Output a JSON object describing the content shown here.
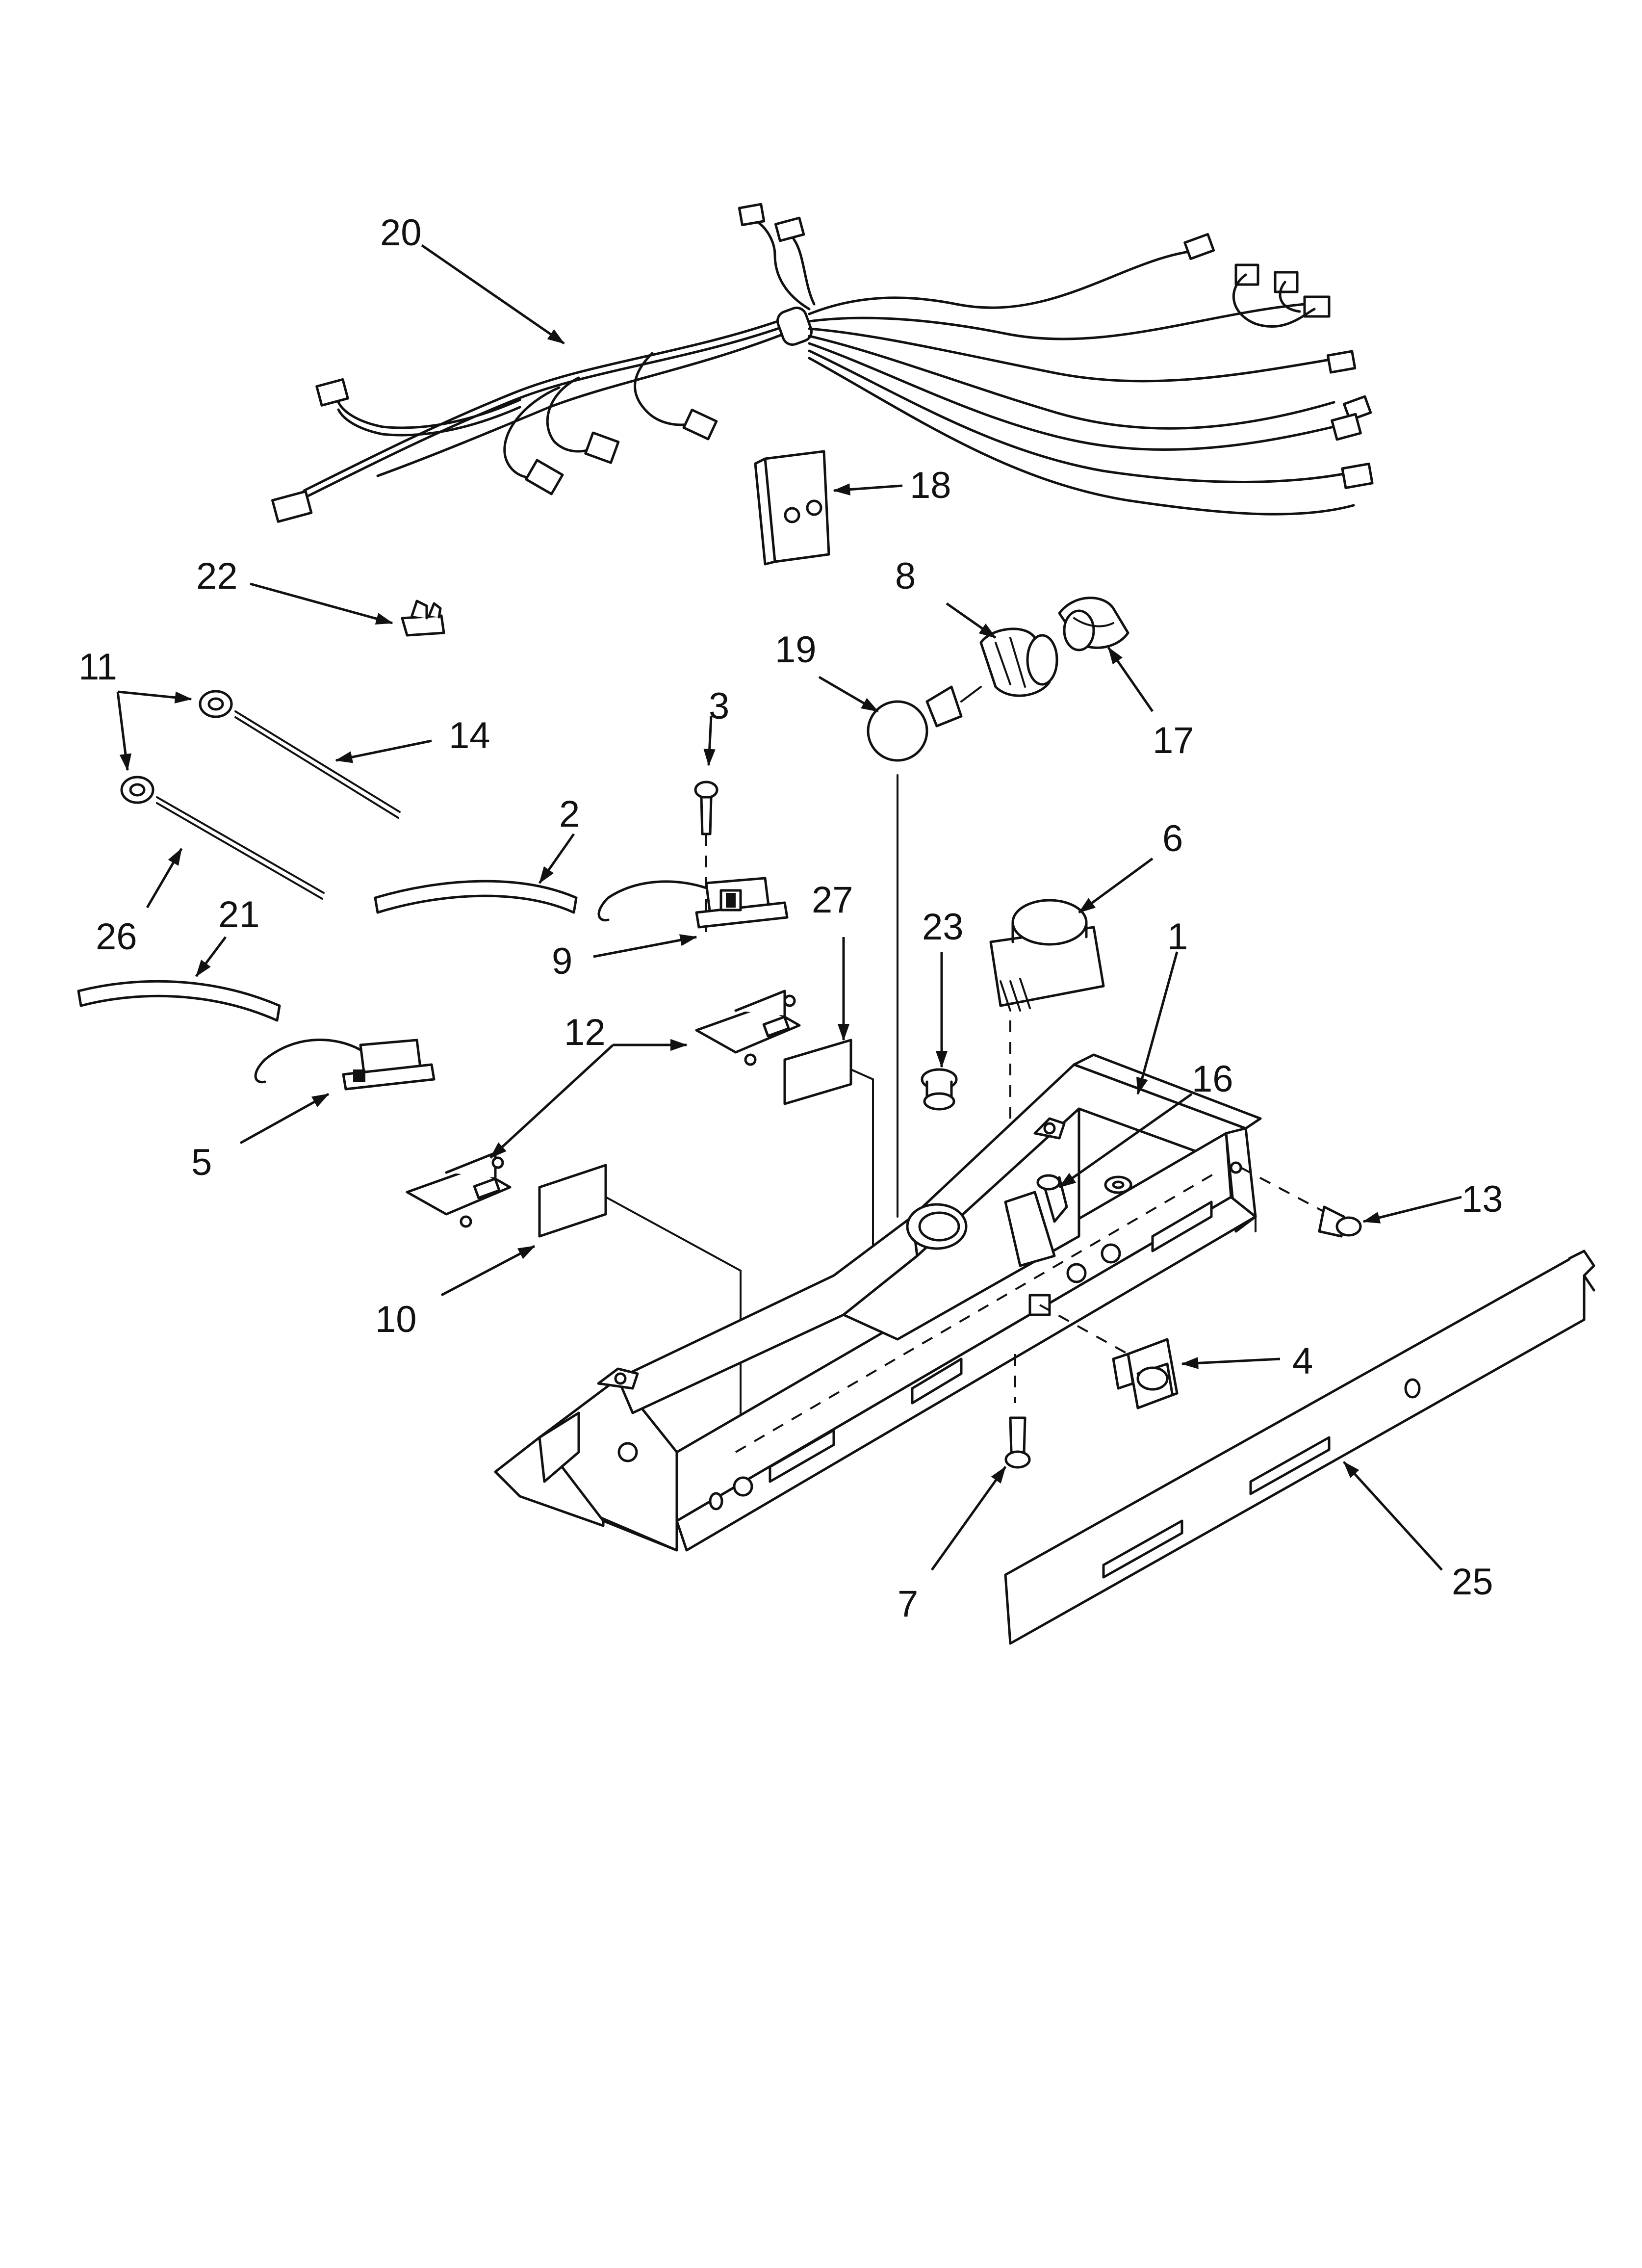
{
  "colors": {
    "line": "#111111",
    "background": "#ffffff"
  },
  "callouts": [
    {
      "id": "20",
      "label": "20",
      "part": "wire-harness"
    },
    {
      "id": "18",
      "label": "18",
      "part": "cover-plate"
    },
    {
      "id": "22",
      "label": "22",
      "part": "wire-clip"
    },
    {
      "id": "8",
      "label": "8",
      "part": "light-socket"
    },
    {
      "id": "19",
      "label": "19",
      "part": "light-bulb"
    },
    {
      "id": "17",
      "label": "17",
      "part": "socket-clip"
    },
    {
      "id": "11",
      "label": "11",
      "part": "grommet"
    },
    {
      "id": "14",
      "label": "14",
      "part": "capillary-tube"
    },
    {
      "id": "3",
      "label": "3",
      "part": "screw"
    },
    {
      "id": "2",
      "label": "2",
      "part": "sensing-tube"
    },
    {
      "id": "6",
      "label": "6",
      "part": "defrost-timer"
    },
    {
      "id": "26",
      "label": "26",
      "part": "capillary-tube"
    },
    {
      "id": "21",
      "label": "21",
      "part": "sensing-tube"
    },
    {
      "id": "9",
      "label": "9",
      "part": "control-switch"
    },
    {
      "id": "27",
      "label": "27",
      "part": "label"
    },
    {
      "id": "23",
      "label": "23",
      "part": "plug"
    },
    {
      "id": "1",
      "label": "1",
      "part": "control-housing"
    },
    {
      "id": "12",
      "label": "12",
      "part": "bracket"
    },
    {
      "id": "16",
      "label": "16",
      "part": "screw"
    },
    {
      "id": "5",
      "label": "5",
      "part": "control-switch"
    },
    {
      "id": "13",
      "label": "13",
      "part": "screw"
    },
    {
      "id": "10",
      "label": "10",
      "part": "label"
    },
    {
      "id": "4",
      "label": "4",
      "part": "light-switch"
    },
    {
      "id": "7",
      "label": "7",
      "part": "screw"
    },
    {
      "id": "25",
      "label": "25",
      "part": "trim-strip"
    }
  ]
}
